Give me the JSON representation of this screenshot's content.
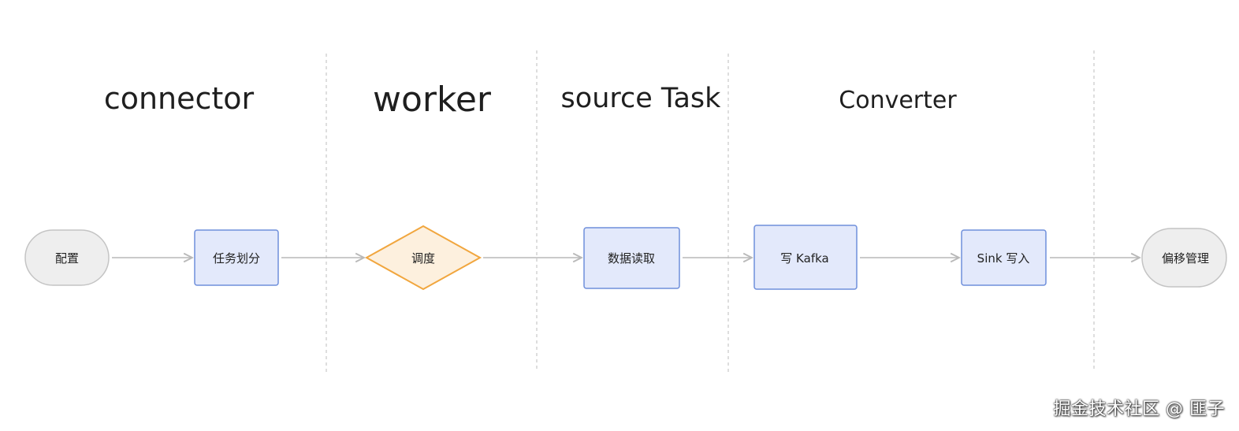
{
  "lanes": [
    {
      "id": "connector",
      "title": "connector"
    },
    {
      "id": "worker",
      "title": "worker"
    },
    {
      "id": "source-task",
      "title": "source Task"
    },
    {
      "id": "converter",
      "title": "Converter"
    }
  ],
  "nodes": [
    {
      "id": "config",
      "label": "配置",
      "shape": "terminal"
    },
    {
      "id": "task-split",
      "label": "任务划分",
      "shape": "process"
    },
    {
      "id": "schedule",
      "label": "调度",
      "shape": "decision"
    },
    {
      "id": "data-read",
      "label": "数据读取",
      "shape": "process"
    },
    {
      "id": "write-kafka",
      "label": "写 Kafka",
      "shape": "process"
    },
    {
      "id": "sink-write",
      "label": "Sink 写入",
      "shape": "process"
    },
    {
      "id": "offset-mgmt",
      "label": "偏移管理",
      "shape": "terminal"
    }
  ],
  "edges": [
    {
      "from": "config",
      "to": "task-split"
    },
    {
      "from": "task-split",
      "to": "schedule"
    },
    {
      "from": "schedule",
      "to": "data-read"
    },
    {
      "from": "data-read",
      "to": "write-kafka"
    },
    {
      "from": "write-kafka",
      "to": "sink-write"
    },
    {
      "from": "sink-write",
      "to": "offset-mgmt"
    }
  ],
  "colors": {
    "terminal_fill": "#eeeeee",
    "terminal_stroke": "#c4c4c4",
    "process_fill": "#e3e9fb",
    "process_stroke": "#6f8fdb",
    "decision_fill": "#fdf0de",
    "decision_stroke": "#f1a63e",
    "edge": "#b9b9b9",
    "divider": "#c9c9c9"
  },
  "watermark": "掘金技术社区 @ 匪子"
}
